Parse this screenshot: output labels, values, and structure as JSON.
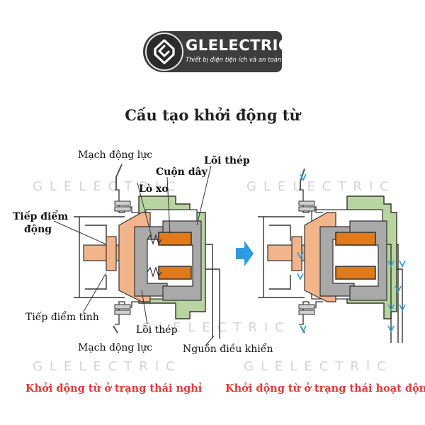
{
  "brand": {
    "name": "GLELECTRIC",
    "tagline": "Thiết bị điện tiện ích và an toàn"
  },
  "title": "Cấu tạo khởi động từ",
  "watermark": "GLELECTRIC",
  "labels": {
    "mach_dong_luc_top": "Mạch động lực",
    "loi_thep_top": "Lõi thép",
    "cuon_day": "Cuộn dây",
    "lo_xo": "Lò xo",
    "tiep_diem_dong_1": "Tiếp điểm",
    "tiep_diem_dong_2": "động",
    "tiep_diem_tinh": "Tiếp điểm tĩnh",
    "loi_thep_bottom": "Lõi thép",
    "mach_dong_luc_bottom": "Mạch động lực",
    "nguon_dieu_khien": "Nguồn điều khiển"
  },
  "captions": {
    "left": "Khởi động từ ở trạng thái nghỉ",
    "right": "Khởi động từ ở trạng thái hoạt động"
  },
  "colors": {
    "caption": "#e53935",
    "frame_green": "#b8d4a0",
    "contact_orange": "#f2b48a",
    "coil_orange": "#e07a1a",
    "arrow_blue": "#2c9de0",
    "current_blue": "#3aa0e0"
  },
  "icons": {
    "logo": "gl-logo-icon",
    "state_arrow": "arrow-right-icon"
  }
}
